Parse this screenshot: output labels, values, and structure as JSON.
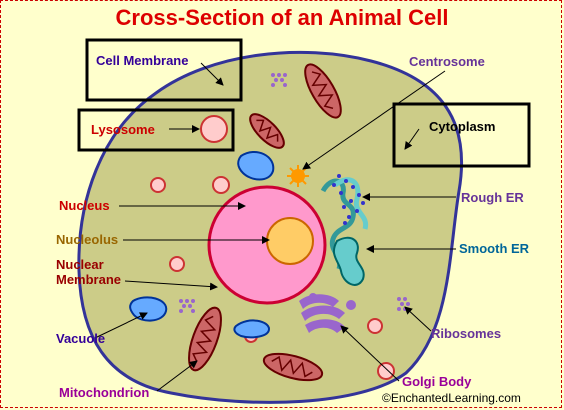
{
  "title": "Cross-Section of an Animal Cell",
  "labels": {
    "cell_membrane": "Cell Membrane",
    "lysosome": "Lysosome",
    "nucleus": "Nucleus",
    "nucleolus": "Nucleolus",
    "nuclear_membrane": "Nuclear\nMembrane",
    "vacuole": "Vacuole",
    "mitochondrion": "Mitochondrion",
    "centrosome": "Centrosome",
    "cytoplasm": "Cytoplasm",
    "rough_er": "Rough ER",
    "smooth_er": "Smooth ER",
    "ribosomes": "Ribosomes",
    "golgi_body": "Golgi Body"
  },
  "copyright": "©EnchantedLearning.com",
  "colors": {
    "title": "#dd0000",
    "cell_fill": "#cccc88",
    "cell_outline": "#333399",
    "nucleus": "#ff99cc",
    "nucleus_outline": "#cc0033",
    "nucleolus": "#ffcc66",
    "label_red": "#cc0000",
    "label_purple": "#663399",
    "label_navy": "#330099",
    "label_brown": "#996600",
    "label_darkred": "#990000",
    "label_teal": "#006699",
    "label_magenta": "#990099"
  }
}
